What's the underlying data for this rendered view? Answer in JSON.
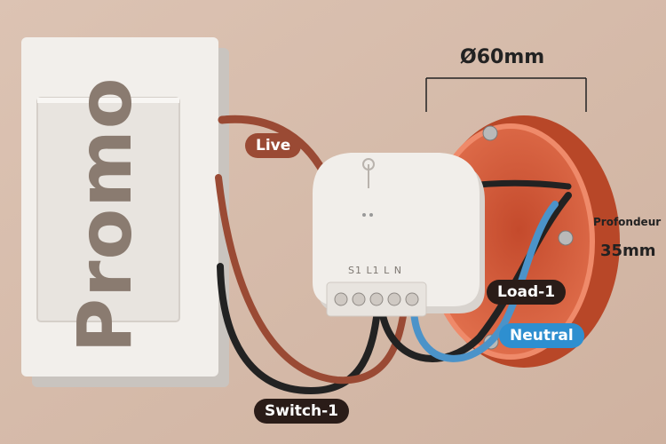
{
  "switch_plate": {
    "promo_text": "Promo"
  },
  "dimensions": {
    "diameter": "Ø60mm",
    "depth_label": "Profondeur",
    "depth_value": "35mm"
  },
  "module": {
    "terminal_labels": "S1 L1 L N"
  },
  "wire_labels": {
    "live": "Live",
    "load": "Load-1",
    "neutral": "Neutral",
    "switch": "Switch-1"
  },
  "colors": {
    "wall": "#d9bfae",
    "live_wire": "#9a4a34",
    "switch_wire": "#222222",
    "neutral_wire": "#4b93c9",
    "box": "#e06a48",
    "neutral_pill": "#2e8fd0",
    "live_pill": "#9a4a34",
    "dark_pill": "#2a1c18"
  }
}
